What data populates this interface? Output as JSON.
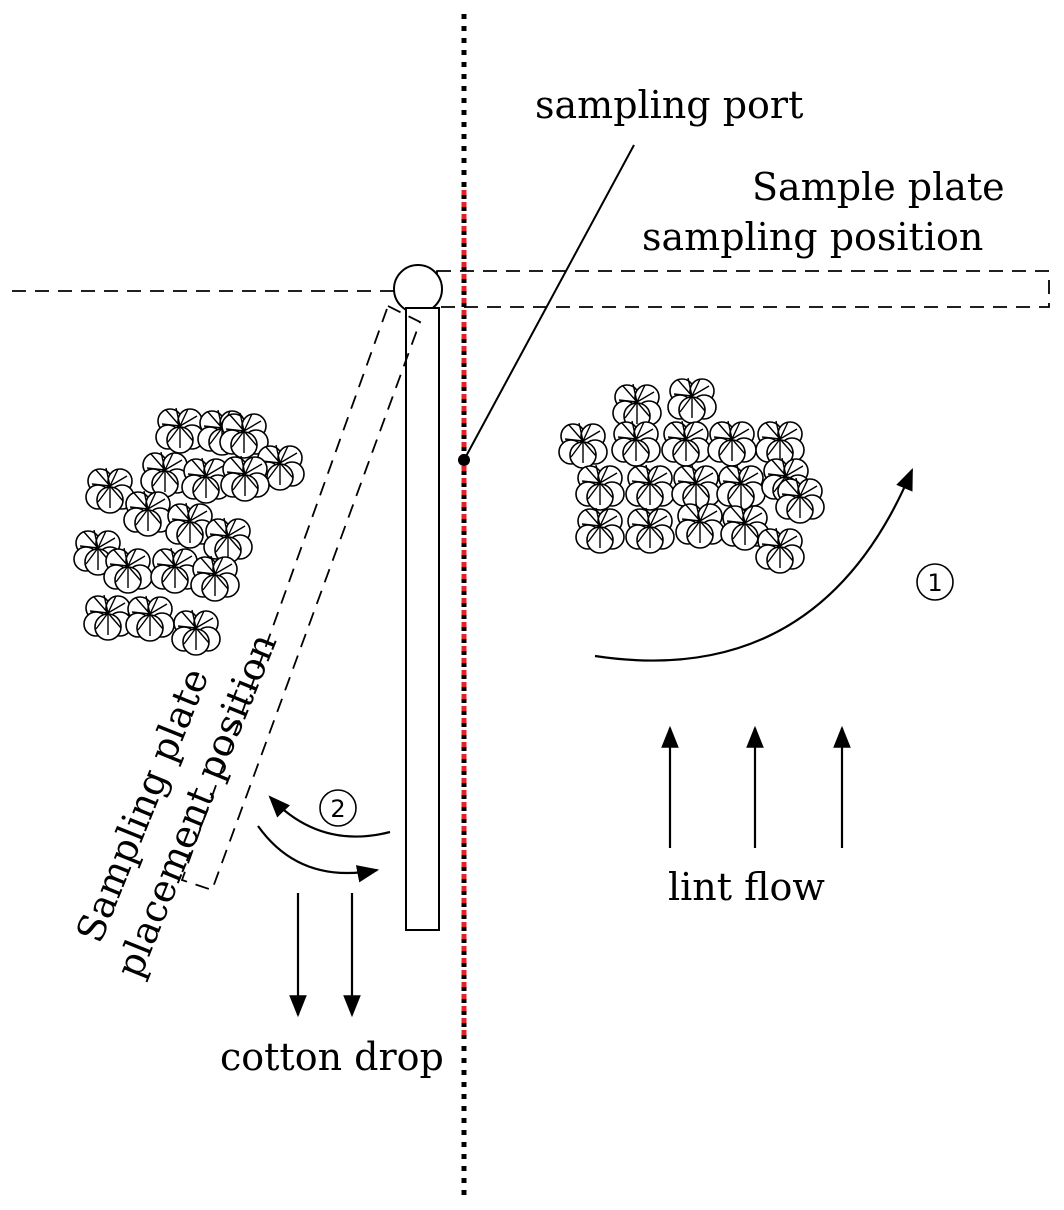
{
  "labels": {
    "sampling_port": "sampling port",
    "sample_plate_line1": "Sample plate",
    "sample_plate_line2": "sampling position",
    "placement_line1": "Sampling plate",
    "placement_line2": "placement position",
    "lint_flow": "lint flow",
    "cotton_drop": "cotton drop",
    "step1": "1",
    "step2": "2"
  },
  "colors": {
    "sampling_line": "#e8202a",
    "axis_line": "#000000",
    "stroke": "#000000"
  },
  "icons": {
    "cotton": "cotton-boll-icon",
    "arrow": "arrow-icon"
  }
}
